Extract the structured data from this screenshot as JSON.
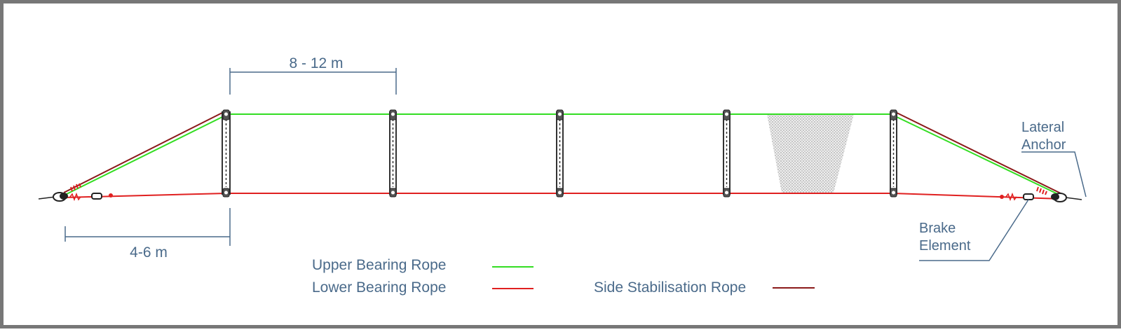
{
  "dimensions": {
    "post_spacing": "8 - 12 m",
    "anchor_distance": "4-6 m"
  },
  "annotations": {
    "lateral_anchor_line1": "Lateral",
    "lateral_anchor_line2": "Anchor",
    "brake_element_line1": "Brake",
    "brake_element_line2": "Element"
  },
  "legend": {
    "upper_bearing_rope": "Upper Bearing Rope",
    "lower_bearing_rope": "Lower Bearing Rope",
    "side_stabilisation_rope": "Side Stabilisation Rope"
  },
  "colors": {
    "upper_bearing_rope": "#33dd22",
    "lower_bearing_rope": "#e02020",
    "side_stabilisation_rope": "#8b1a1a",
    "label_text": "#4a6a8a",
    "net": "#bbbbbb",
    "post": "#333333"
  }
}
